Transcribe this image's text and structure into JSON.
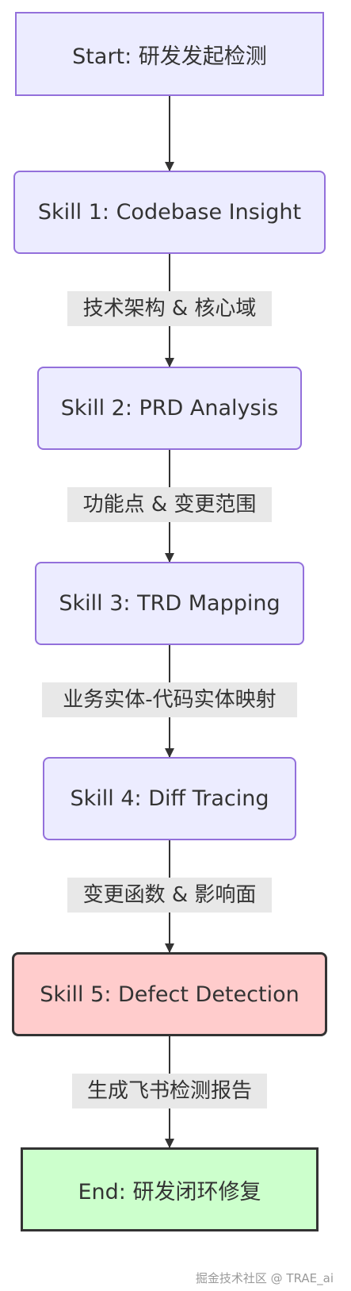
{
  "diagram": {
    "nodes": [
      {
        "id": "start",
        "label": "Start: 研发发起检测"
      },
      {
        "id": "skill1",
        "label": "Skill 1: Codebase Insight"
      },
      {
        "id": "skill2",
        "label": "Skill 2: PRD Analysis"
      },
      {
        "id": "skill3",
        "label": "Skill 3: TRD Mapping"
      },
      {
        "id": "skill4",
        "label": "Skill 4: Diff Tracing"
      },
      {
        "id": "skill5",
        "label": "Skill 5: Defect Detection"
      },
      {
        "id": "end",
        "label": "End: 研发闭环修复"
      }
    ],
    "edges": [
      {
        "from": "start",
        "to": "skill1",
        "label": ""
      },
      {
        "from": "skill1",
        "to": "skill2",
        "label": "技术架构 & 核心域"
      },
      {
        "from": "skill2",
        "to": "skill3",
        "label": "功能点 & 变更范围"
      },
      {
        "from": "skill3",
        "to": "skill4",
        "label": "业务实体-代码实体映射"
      },
      {
        "from": "skill4",
        "to": "skill5",
        "label": "变更函数 & 影响面"
      },
      {
        "from": "skill5",
        "to": "end",
        "label": "生成飞书检测报告"
      }
    ],
    "colors": {
      "node_fill": "#ECECFF",
      "node_stroke": "#9370DB",
      "defect_fill": "#FFCCCC",
      "end_fill": "#CCFFCC",
      "strong_stroke": "#333333",
      "edge_label_bg": "#E8E8E8",
      "edge_line": "#333333"
    }
  },
  "watermark": "掘金技术社区 @ TRAE_ai"
}
